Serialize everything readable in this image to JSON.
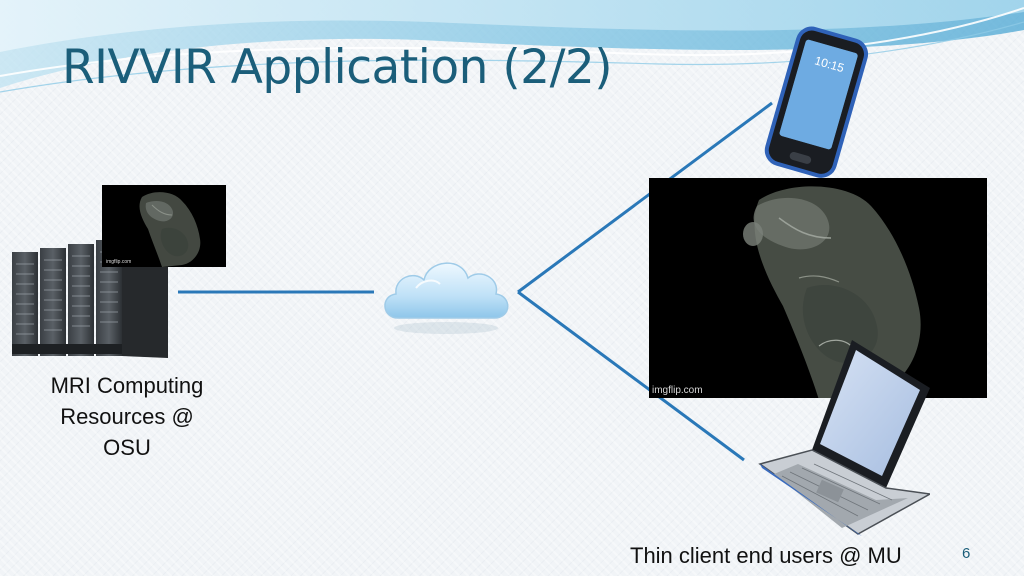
{
  "slide": {
    "title": "RIVVIR Application (2/2)",
    "number": "6"
  },
  "left_group": {
    "label_lines": [
      "MRI Computing",
      "Resources @",
      "OSU"
    ],
    "thumbnail_watermark": "imgflip.com"
  },
  "right_group": {
    "label": "Thin client end users @ MU",
    "thumbnail_watermark": "imgflip.com",
    "phone_time": "10:15"
  },
  "icons": {
    "server": "server-rack-icon",
    "cloud": "cloud-icon",
    "phone": "smartphone-icon",
    "laptop": "laptop-icon"
  },
  "colors": {
    "title": "#1b5e7a",
    "connector": "#2a78b8",
    "accent": "#1b5e7a"
  }
}
